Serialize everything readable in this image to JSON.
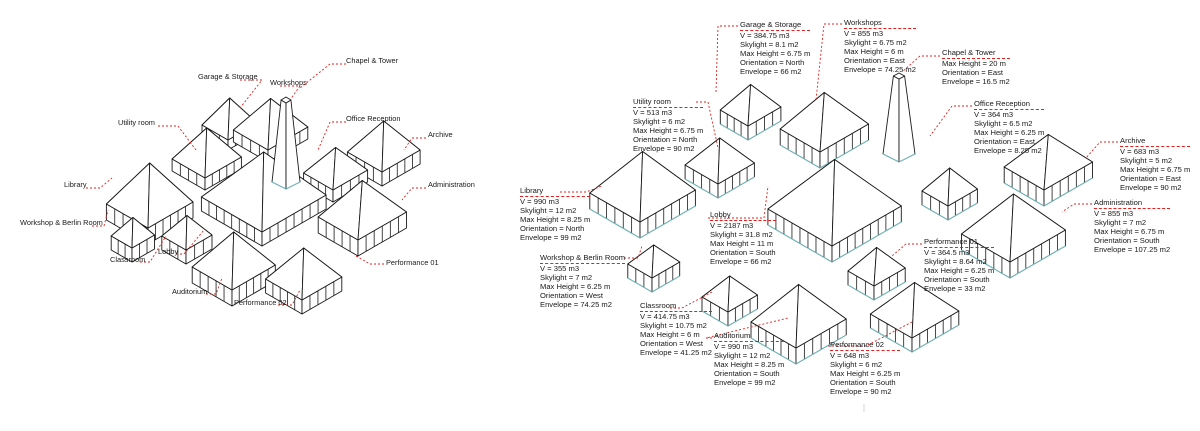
{
  "composite_labels": {
    "garage": "Garage & Storage",
    "workshops": "Workshops",
    "chapel": "Chapel & Tower",
    "utility": "Utility room",
    "office": "Office Reception",
    "archive": "Archive",
    "library": "Library",
    "administration": "Administration",
    "workshop_berlin": "Workshop & Berlin Room",
    "classroom": "Classroom",
    "lobby": "Lobby",
    "performance01": "Performance 01",
    "auditorium": "Auditorium",
    "performance02": "Performance 02"
  },
  "buildings": {
    "garage": {
      "name": "Garage & Storage",
      "lines": [
        "V = 384.75 m3",
        "Skylight = 8.1 m2",
        "Max Height = 6.75 m",
        "Orientation = North",
        "Envelope = 66 m2"
      ]
    },
    "workshops": {
      "name": "Workshops",
      "lines": [
        "V = 855 m3",
        "Skylight = 6.75 m2",
        "Max Height = 6 m",
        "Orientation = East",
        "Envelope = 74.25 m2"
      ]
    },
    "chapel": {
      "name": "Chapel & Tower",
      "lines": [
        "Max Height = 20 m",
        "Orientation = East",
        "Envelope = 16.5 m2"
      ]
    },
    "utility": {
      "name": "Utility room",
      "lines": [
        "V = 513 m3",
        "Skylight = 6 m2",
        "Max Height = 6.75 m",
        "Orientation = North",
        "Envelope = 90 m2"
      ]
    },
    "office": {
      "name": "Office Reception",
      "lines": [
        "V = 364 m3",
        "Skylight = 6.5 m2",
        "Max Height = 6.25 m",
        "Orientation = East",
        "Envelope = 8.25 m2"
      ]
    },
    "archive": {
      "name": "Archive",
      "lines": [
        "V = 683 m3",
        "Skylight = 5 m2",
        "Max Height = 6.75 m",
        "Orientation = East",
        "Envelope = 90 m2"
      ]
    },
    "library": {
      "name": "Library",
      "lines": [
        "V = 990 m3",
        "Skylight = 12 m2",
        "Max Height = 8.25 m",
        "Orientation = North",
        "Envelope = 99 m2"
      ]
    },
    "lobby": {
      "name": "Lobby",
      "lines": [
        "V = 2187 m3",
        "Skylight = 31.8 m2",
        "Max Height = 11 m",
        "Orientation = South",
        "Envelope = 66 m2"
      ]
    },
    "administration": {
      "name": "Administration",
      "lines": [
        "V = 855 m3",
        "Skylight = 7 m2",
        "Max Height = 6.75 m",
        "Orientation = South",
        "Envelope = 107.25 m2"
      ]
    },
    "workshop_berlin": {
      "name": "Workshop & Berlin Room",
      "lines": [
        "V = 355 m3",
        "Skylight = 7 m2",
        "Max Height = 6.25 m",
        "Orientation = West",
        "Envelope = 74.25 m2"
      ]
    },
    "performance01": {
      "name": "Performance 01",
      "lines": [
        "V = 364.5 m3",
        "Skylight = 8.64 m2",
        "Max Height = 6.25 m",
        "Orientation = South",
        "Envelope = 33 m2"
      ]
    },
    "classroom": {
      "name": "Classroom",
      "lines": [
        "V = 414.75 m3",
        "Skylight = 10.75 m2",
        "Max Height = 6 m",
        "Orientation = West",
        "Envelope = 41.25 m2"
      ]
    },
    "auditorium": {
      "name": "Auditorium",
      "lines": [
        "V = 990 m3",
        "Skylight = 12 m2",
        "Max Height = 8.25 m",
        "Orientation = South",
        "Envelope = 99 m2"
      ]
    },
    "performance02": {
      "name": "Performance 02",
      "lines": [
        "V = 648 m3",
        "Skylight = 6 m2",
        "Max Height = 6.25 m",
        "Orientation = South",
        "Envelope = 90 m2"
      ]
    }
  },
  "colors": {
    "leader": "#e0211d",
    "ground_line": "#6fc3c9",
    "ink": "#1a1a1a"
  }
}
